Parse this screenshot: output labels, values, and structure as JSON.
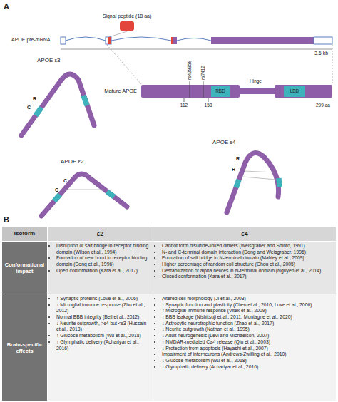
{
  "diagram": {
    "nodes": [
      {
        "text": [
          "Mature APOE"
        ]
      },
      {
        "text": [
          "RBD"
        ],
        "in": 0
      },
      {
        "text": [
          "LBD"
        ],
        "in": 0
      },
      {
        "text": [
          "Signal peptide (18 aa)"
        ]
      }
    ],
    "labels": [
      "A",
      "APOE pre-mRNA",
      "3.6 kb",
      "APOE ε3",
      "C",
      "R",
      "rs429358",
      "rs7412",
      "Hinge",
      "112",
      "158",
      "299 aa",
      "APOE ε2",
      "C",
      "C",
      "APOE ε4",
      "R",
      "R",
      "B",
      "Isoform",
      "ε2",
      "ε4",
      "Conformational impact",
      "Brain-specific effects",
      "Disruption of salt bridge in receptor binding domain (Wilson et al., 1994)",
      "Formation of new bond in receptor binding domain (Dong et al., 1996)",
      "Open conformation (Kara et al., 2017)",
      "Cannot form disulfide-linked dimers (Weisgraber and Shinto, 1991)",
      "N- and C-terminal domain interaction (Dong and Weisgraber, 1996)",
      "Formation of salt bridge in N-terminal domain (Mahley et al., 2009)",
      "Higher percentage of random coil structure (Chou et al., 2005)",
      "Destabilization of alpha helices in N-terminal domain (Nguyen et al., 2014)",
      "Closed conformation (Kara et al., 2017)",
      "↑ Synaptic proteins (Love et al., 2006)",
      "↓ Microglial immune response (Zhu et al., 2012)",
      "Normal BBB integrity (Bell et al., 2012)",
      "↓ Neurite outgrowth, >ε4 but <ε3 (Hussain et al., 2013)",
      "↑ Glucose metabolism (Wu et al., 2018)",
      "↑ Glymphatic delivery (Achariyar et al., 2016)",
      "Altered cell morphology (Ji et al., 2003)",
      "↓ Synaptic function and plasticity (Chen et al., 2010; Love et al., 2006)",
      "↑ Microglial immune response (Vitek et al., 2009)",
      "↑ BBB leakage (Nishitsuji et al., 2011; Montagne et al., 2020)",
      "↓ Astrocytic neurotrophic function (Zhao et al., 2017)",
      "↓ Neurite outgrowth (Nathan et al., 1995)",
      "↓ Adult neurogenesis (Levi and Michaelson, 2007)",
      "↑ NMDAR-mediated Ca²⁺ release (Qiu et al., 2003)",
      "↓ Protection from apoptosis (Hayashi et al., 2007)",
      "Impairment of interneurons (Andrews-Zwilling et al., 2010)",
      "↓ Glucose metabolism (Wu et al., 2018)",
      "↓ Glymphatic delivery (Achariyar et al., 2016)"
    ]
  }
}
